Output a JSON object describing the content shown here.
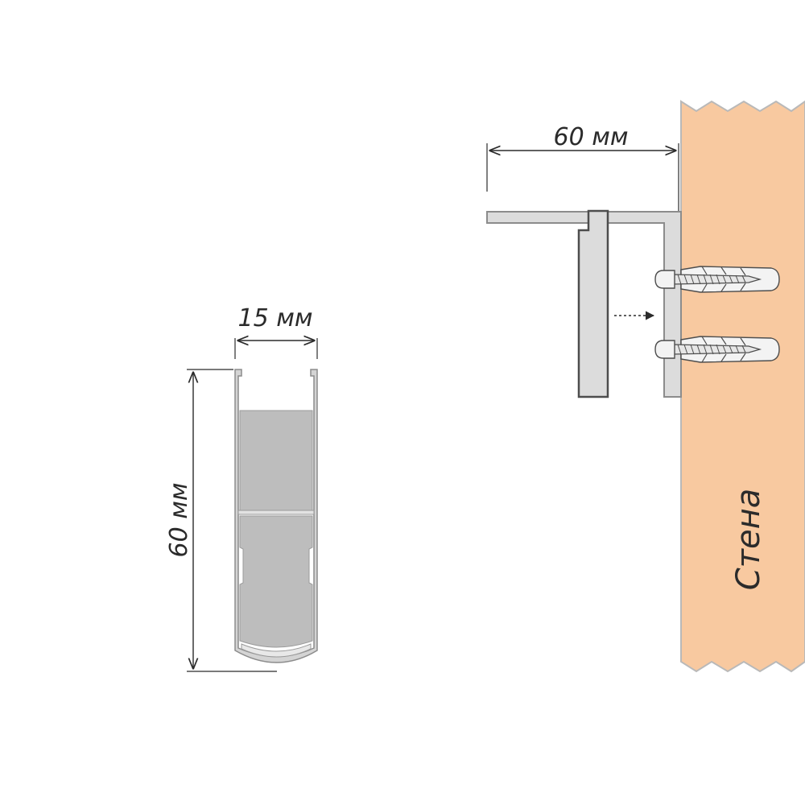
{
  "labels": {
    "top_width": "60 мм",
    "profile_width": "15 мм",
    "profile_height": "60 мм",
    "wall": "Стена"
  },
  "colors": {
    "wall_fill": "#f8c9a0",
    "wall_edge": "#b9b9b9",
    "profile_fill": "#d4d4d4",
    "profile_fill_dark": "#bdbdbd",
    "profile_stroke": "#8c8c8c",
    "bracket_fill": "#dcdcdc",
    "dark_stroke": "#4d4d4d",
    "dim_line": "#2b2b2b",
    "anchor_fill": "#f3f3f3"
  }
}
